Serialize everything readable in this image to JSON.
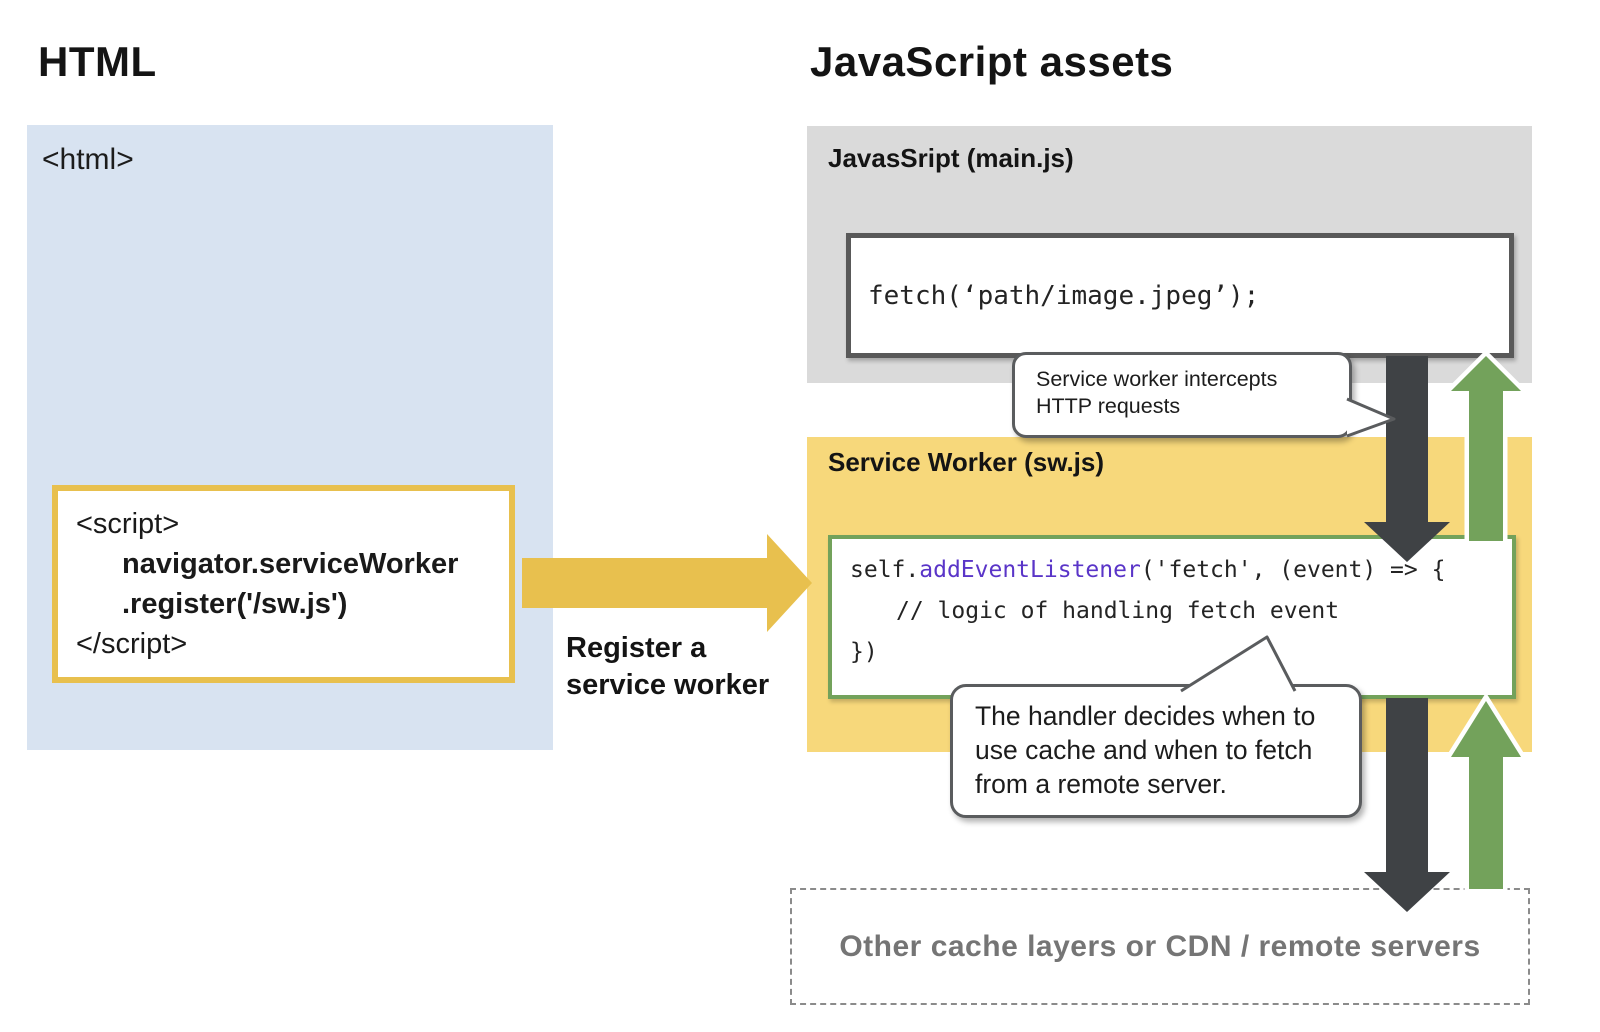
{
  "headings": {
    "left": "HTML",
    "right": "JavaScript assets"
  },
  "html_panel": {
    "tag": "<html>",
    "script_lines": [
      "<script>",
      "navigator.serviceWorker",
      ".register('/sw.js')",
      "</script>"
    ]
  },
  "register_arrow": {
    "label": [
      "Register a",
      "service worker"
    ]
  },
  "mainjs_panel": {
    "title": "JavasSript (main.js)",
    "code": "fetch(‘path/image.jpeg’);"
  },
  "sw_panel": {
    "title": "Service Worker (sw.js)",
    "code": {
      "line1_self": "self.",
      "line1_method": "addEventListener",
      "line1_rest": "('fetch', (event) => {",
      "line2": "// logic of handling fetch event",
      "line3": "})"
    }
  },
  "bubbles": {
    "intercept": [
      "Service worker intercepts",
      "HTTP requests"
    ],
    "handler": [
      "The handler decides when to",
      "use cache and when to fetch",
      "from a remote server."
    ]
  },
  "bottom_box": {
    "label": "Other cache layers or CDN / remote servers"
  },
  "colors": {
    "panel-blue": "#D8E3F1",
    "panel-gray": "#DADADA",
    "panel-yellow": "#F7D87B",
    "gold": "#E8C04E",
    "green": "#73A25B",
    "dark": "#3F4245",
    "purple": "#5A35C8",
    "bubble-border": "#5A5C5E",
    "code-border": "#595959",
    "dashed-text": "#757575"
  }
}
